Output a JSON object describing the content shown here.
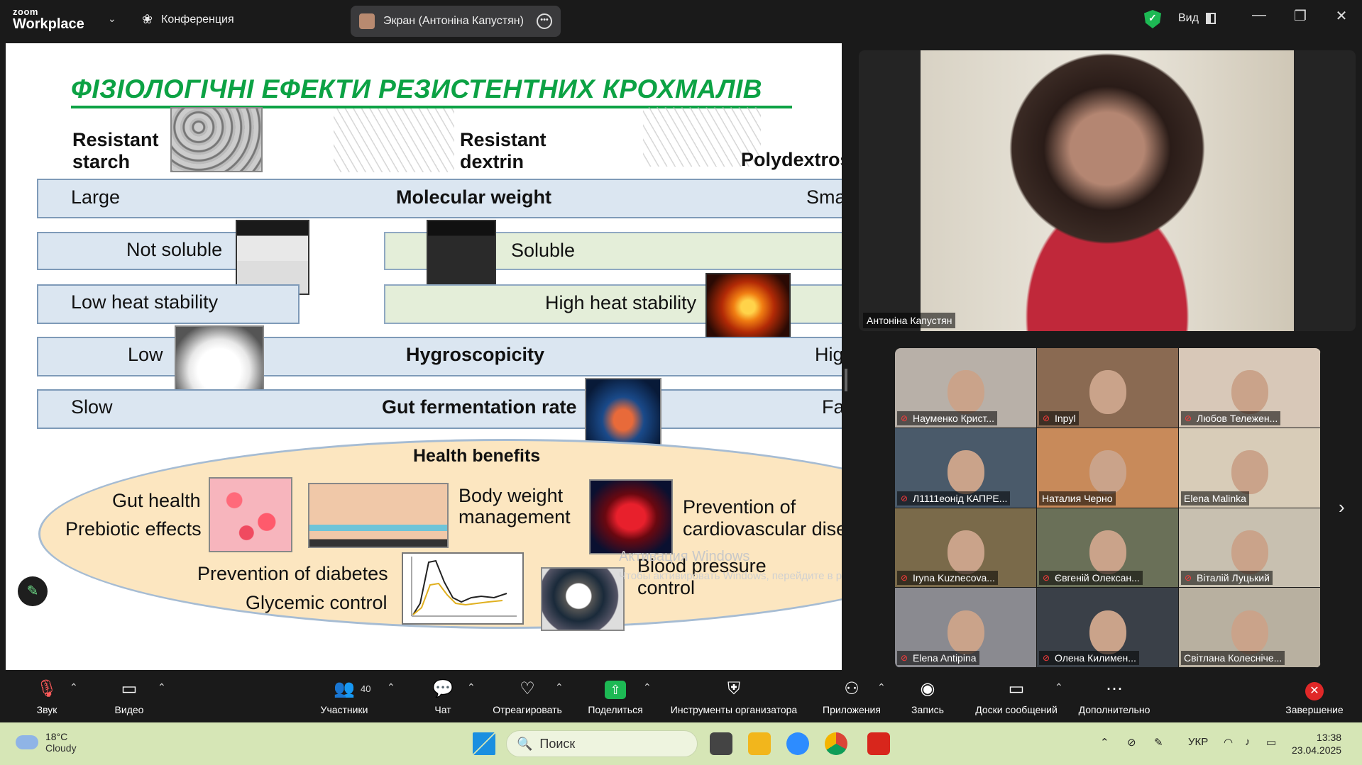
{
  "titlebar": {
    "logo_top": "zoom",
    "logo_bottom": "Workplace",
    "meeting_label": "Конференция",
    "screen_share_label": "Экран (Антоніна Капустян)",
    "view_label": "Вид"
  },
  "slide": {
    "title": "ФІЗІОЛОГІЧНІ ЕФЕКТИ РЕЗИСТЕНТНИХ КРОХМАЛІВ",
    "rs_line1": "Resistant",
    "rs_line2": "starch",
    "rd_line1": "Resistant",
    "rd_line2": "dextrin",
    "polydextrose": "Polydextrose",
    "mw_left": "Large",
    "mw_center": "Molecular weight",
    "mw_right": "Small",
    "not_soluble": "Not soluble",
    "soluble": "Soluble",
    "low_heat": "Low heat stability",
    "high_heat": "High heat stability",
    "hyg_left": "Low",
    "hyg_center": "Hygroscopicity",
    "hyg_right": "High",
    "gut_left": "Slow",
    "gut_center": "Gut fermentation rate",
    "gut_right": "Fast",
    "health_benefits": "Health benefits",
    "gut_health": "Gut health",
    "prebiotic": "Prebiotic effects",
    "body_weight1": "Body weight",
    "body_weight2": "management",
    "cardio1": "Prevention of",
    "cardio2": "cardiovascular disease",
    "diabetes": "Prevention of diabetes",
    "glycemic": "Glycemic control",
    "bp1": "Blood pressure",
    "bp2": "control",
    "watermark1": "Активация Windows",
    "watermark2": "Чтобы активировать Windows, перейдите в раздел \"Параметры\"."
  },
  "speaker": {
    "name": "Антоніна Капустян"
  },
  "participants": [
    {
      "name": "Науменко Крист...",
      "muted": true,
      "bg": "#b8b0a8"
    },
    {
      "name": "Inpyl",
      "muted": true,
      "bg": "#8a6a52"
    },
    {
      "name": "Любов Тележен...",
      "muted": true,
      "bg": "#d8c8b8"
    },
    {
      "name": "Л1111еонід КАПРЕ...",
      "muted": true,
      "bg": "#4a5a6a"
    },
    {
      "name": "Наталия Черно",
      "muted": false,
      "bg": "#c88a5a"
    },
    {
      "name": "Elena Malinka",
      "muted": false,
      "bg": "#d8ccb8"
    },
    {
      "name": "Iryna Kuznecova...",
      "muted": true,
      "bg": "#7a6a4a"
    },
    {
      "name": "Євгеній Олексан...",
      "muted": true,
      "bg": "#6a7058"
    },
    {
      "name": "Віталій Луцький",
      "muted": true,
      "bg": "#c8c0b0"
    },
    {
      "name": "Elena Antipina",
      "muted": true,
      "bg": "#8a8a90"
    },
    {
      "name": "Олена Килимен...",
      "muted": true,
      "bg": "#3a4048"
    },
    {
      "name": "Світлана Колесніче...",
      "muted": false,
      "bg": "#b8b0a0"
    }
  ],
  "toolbar": {
    "audio": "Звук",
    "video": "Видео",
    "participants": "Участники",
    "participants_count": "40",
    "chat": "Чат",
    "react": "Отреагировать",
    "share": "Поделиться",
    "host_tools": "Инструменты организатора",
    "apps": "Приложения",
    "record": "Запись",
    "whiteboards": "Доски сообщений",
    "more": "Дополнительно",
    "end": "Завершение"
  },
  "taskbar": {
    "temp": "18°C",
    "weather": "Cloudy",
    "search_placeholder": "Поиск",
    "lang": "УКР",
    "time": "13:38",
    "date": "23.04.2025"
  }
}
